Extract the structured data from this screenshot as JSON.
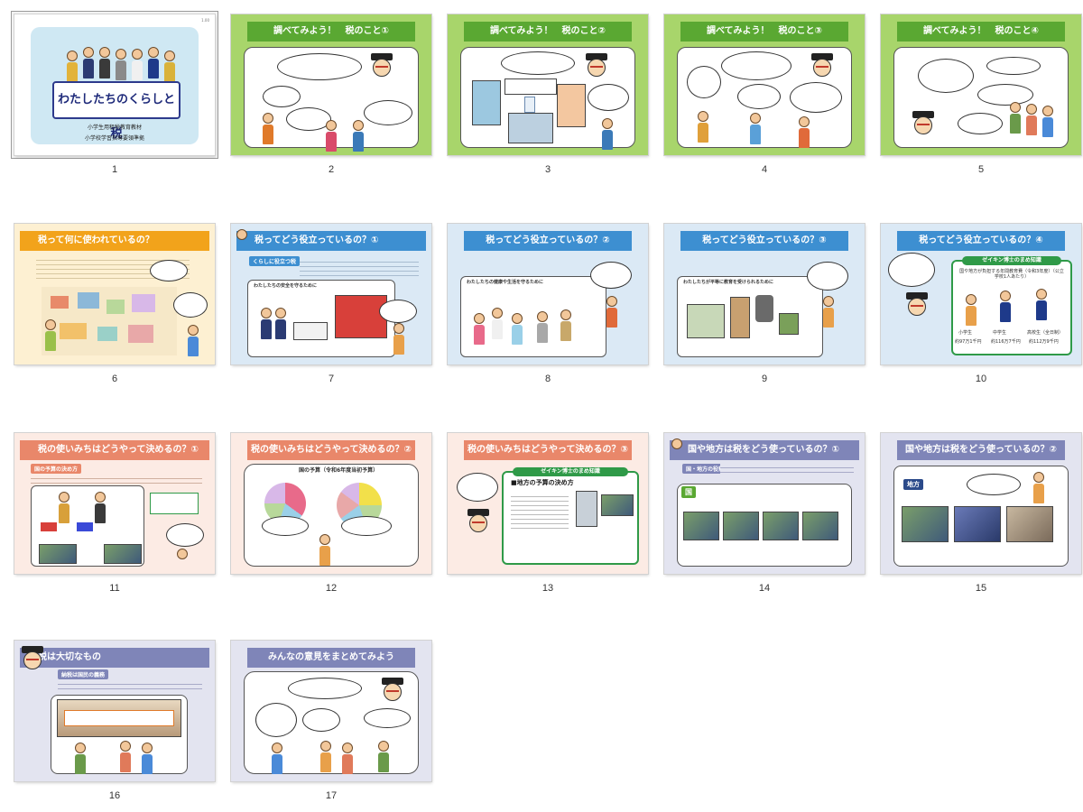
{
  "slides": [
    {
      "num": "1",
      "title": "わたしたちのくらしと税",
      "sub1": "小学生用租税教育教材",
      "sub2": "小学校学習指導要領準拠",
      "corner": "1.00"
    },
    {
      "num": "2",
      "title": "調べてみよう！　税のこと①"
    },
    {
      "num": "3",
      "title": "調べてみよう！　税のこと②"
    },
    {
      "num": "4",
      "title": "調べてみよう！　税のこと③"
    },
    {
      "num": "5",
      "title": "調べてみよう！　税のこと④"
    },
    {
      "num": "6",
      "title": "税って何に使われているの？"
    },
    {
      "num": "7",
      "title": "税ってどう役立っているの？①",
      "chip": "くらしに役立つ税",
      "section": "わたしたちの安全を守るために"
    },
    {
      "num": "8",
      "title": "税ってどう役立っているの？②",
      "section": "わたしたちの健康や生活を守るために"
    },
    {
      "num": "9",
      "title": "税ってどう役立っているの？③",
      "section": "わたしたちが平等に教育を受けられるために"
    },
    {
      "num": "10",
      "title": "税ってどう役立っているの？④",
      "chip": "ゼイキン博士のまめ知識",
      "note": "国や地方が負担する年間教育費（令和3年度）（公立学校1人あたり）",
      "labels": [
        "小学生",
        "中学生",
        "高校生（全日制）"
      ],
      "values": [
        "約97万1千円",
        "約116万7千円",
        "約112万9千円"
      ]
    },
    {
      "num": "11",
      "title": "税の使いみちはどうやって決めるの？①",
      "chip": "国の予算の決め方"
    },
    {
      "num": "12",
      "title": "税の使いみちはどうやって決めるの？②",
      "chart_title": "国の予算（令和6年度当初予算）"
    },
    {
      "num": "13",
      "title": "税の使いみちはどうやって決めるの？③",
      "chip": "ゼイキン博士のまめ知識",
      "heading": "■地方の予算の決め方"
    },
    {
      "num": "14",
      "title": "国や地方は税をどう使っているの？①",
      "chip": "国",
      "section": "国・地方の役割"
    },
    {
      "num": "15",
      "title": "国や地方は税をどう使っているの？②",
      "chip": "地方"
    },
    {
      "num": "16",
      "title": "税は大切なもの",
      "chip": "納税は国民の義務"
    },
    {
      "num": "17",
      "title": "みんなの意見をまとめてみよう"
    }
  ],
  "colors": {
    "green": "#5aa832",
    "orange": "#f2a31b",
    "blue": "#3d8fd1",
    "salmon": "#e9876a",
    "slate": "#7f85b8",
    "lightgreen": "#a8d56b",
    "lightblue": "#dbe9f5",
    "lightorange": "#fdf0d2",
    "lightsalmon": "#fcebe4",
    "lightslate": "#e3e4f0"
  }
}
